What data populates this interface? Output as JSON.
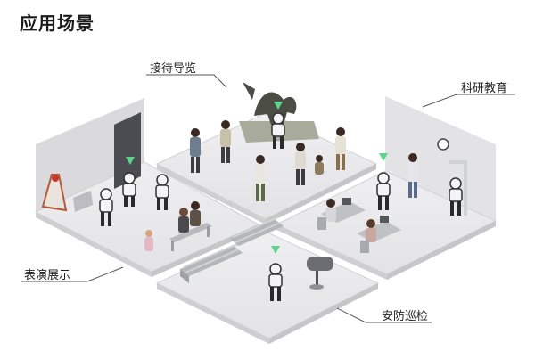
{
  "title": "应用场景",
  "scenes": [
    {
      "id": "reception",
      "label": "接待导览"
    },
    {
      "id": "research",
      "label": "科研教育"
    },
    {
      "id": "performance",
      "label": "表演展示"
    },
    {
      "id": "security",
      "label": "安防巡检"
    }
  ],
  "colors": {
    "floor": "#e7e7e9",
    "floor_edge": "#d3d3d6",
    "wall_left": "#d9d9dc",
    "wall_right": "#e2e2e5",
    "marker": "#5fd38d",
    "leader_line": "#555555"
  }
}
